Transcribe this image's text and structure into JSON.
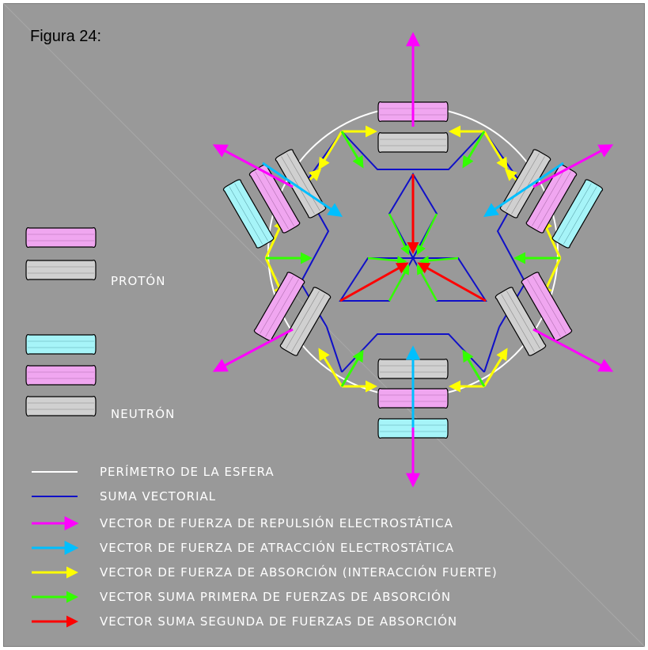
{
  "title": "Figura 24:",
  "particles": {
    "proton_label": "PROTÓN",
    "neutron_label": "NEUTRÓN"
  },
  "legend": [
    {
      "text": "PERÍMETRO DE LA ESFERA",
      "symbol": "line",
      "color": "#ffffff"
    },
    {
      "text": "SUMA VECTORIAL",
      "symbol": "line",
      "color": "#1010c8"
    },
    {
      "text": "VECTOR DE FUERZA DE REPULSIÓN ELECTROSTÁTICA",
      "symbol": "arrow",
      "color": "#ff00ff"
    },
    {
      "text": "VECTOR DE FUERZA DE ATRACCIÓN ELECTROSTÁTICA",
      "symbol": "arrow",
      "color": "#00bfff"
    },
    {
      "text": "VECTOR DE FUERZA DE ABSORCIÓN (INTERACCIÓN FUERTE)",
      "symbol": "arrow",
      "color": "#ffff00"
    },
    {
      "text": "VECTOR SUMA PRIMERA DE FUERZAS DE ABSORCIÓN",
      "symbol": "arrow",
      "color": "#33ff00"
    },
    {
      "text": "VECTOR SUMA SEGUNDA DE FUERZAS DE ABSORCIÓN",
      "symbol": "arrow",
      "color": "#ff0000"
    }
  ],
  "colors": {
    "background": "#999999",
    "proton": "#f0a6f0",
    "neutron": "#a6f4f8",
    "core": "#d0d0d0"
  }
}
